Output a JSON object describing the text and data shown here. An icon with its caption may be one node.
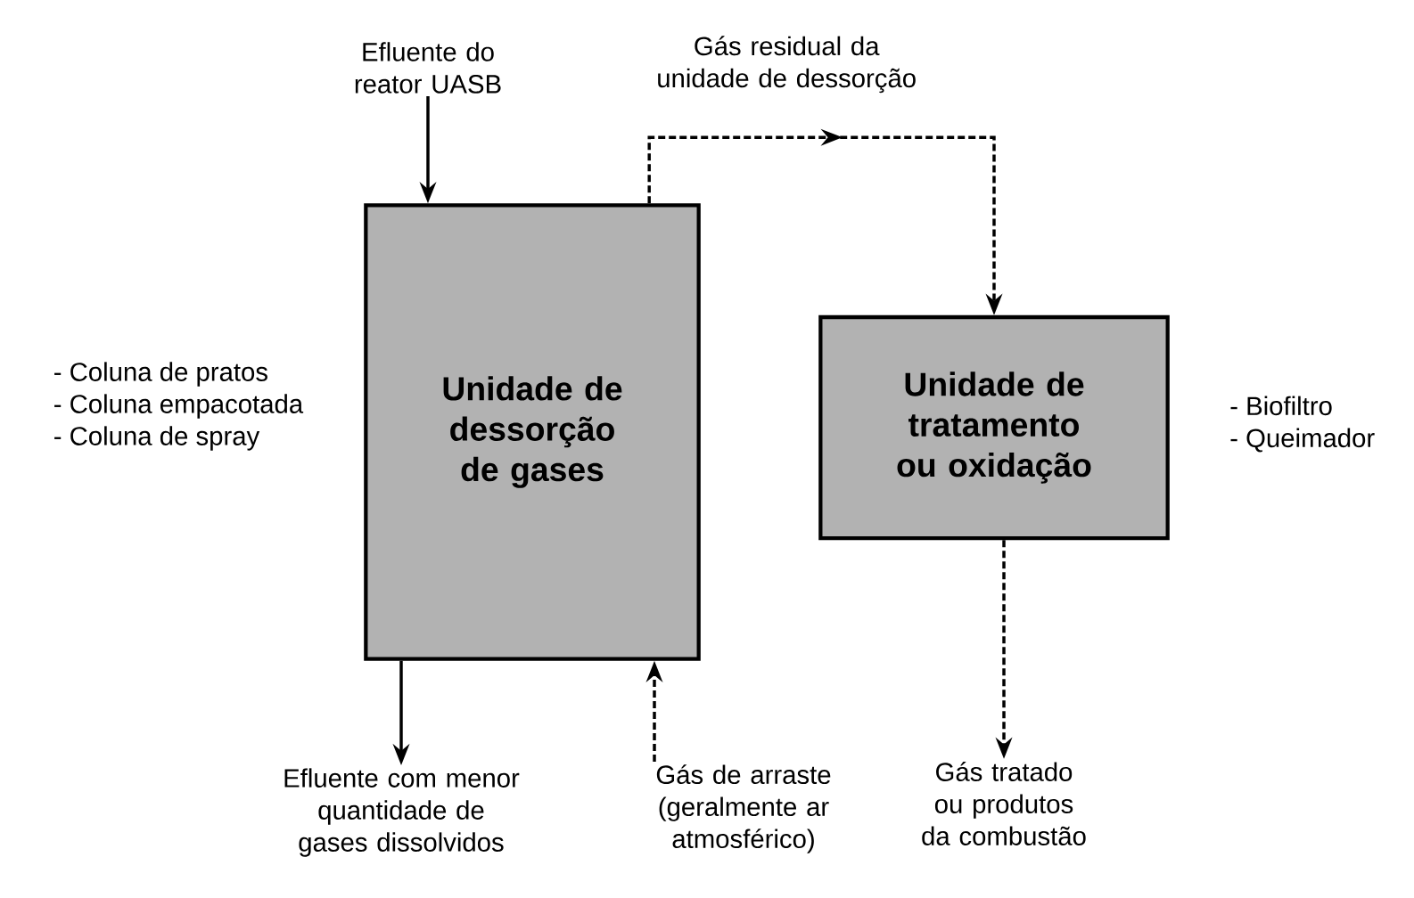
{
  "diagram": {
    "nodes": [
      {
        "text": [
          "Efluente do reator UASB"
        ]
      },
      {
        "text": [
          "Unidade de dessorção de gases"
        ],
        "beside": [
          "- Coluna de pratos",
          "- Coluna empacotada",
          "- Coluna de spray"
        ]
      },
      {
        "text": [
          "Unidade de tratamento ou oxidação"
        ],
        "beside": [
          "- Biofiltro",
          "- Queimador"
        ]
      },
      {
        "text": [
          "Efluente com menor quantidade de gases dissolvidos"
        ]
      },
      {
        "text": [
          "Gás de arraste (geralmente ar atmosférico)"
        ]
      },
      {
        "text": [
          "Gás tratado ou produtos da combustão"
        ]
      }
    ],
    "edges": [
      {
        "from": 0,
        "to": 1,
        "arrow": "to"
      },
      {
        "from": 1,
        "to": 2,
        "arrow": "to",
        "style": "dashed",
        "label": "Gás residual da unidade de dessorção"
      },
      {
        "from": 1,
        "to": 3,
        "arrow": "to"
      },
      {
        "from": 4,
        "to": 1,
        "arrow": "to",
        "style": "dashed"
      },
      {
        "from": 2,
        "to": 5,
        "arrow": "to",
        "style": "dashed"
      }
    ]
  }
}
